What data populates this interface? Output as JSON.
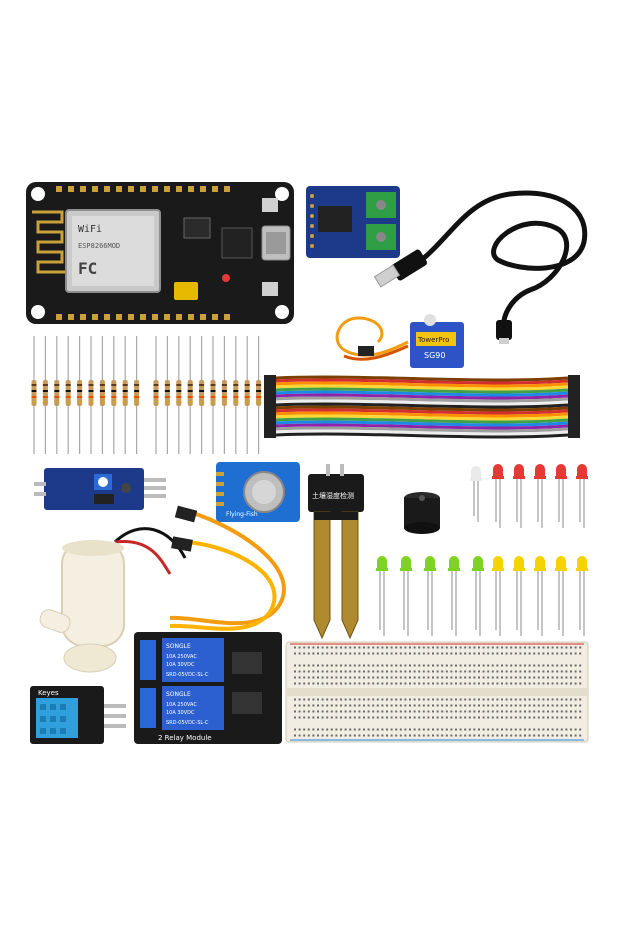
{
  "product_photo": {
    "background": "#ffffff",
    "components": {
      "nodemcu": {
        "wifi_logo": "WiFi",
        "module_text": "ESP8266MOD",
        "fcc_mark": "FC"
      },
      "motor_driver": {
        "name": "motor-driver-board"
      },
      "usb_cable": {
        "name": "micro-usb-cable"
      },
      "servo": {
        "label": "TowerPro",
        "model": "SG90"
      },
      "jumper_wires": {
        "colors": [
          "#7b3f00",
          "#d32f2f",
          "#ff8f00",
          "#fdd835",
          "#43a047",
          "#1e88e5",
          "#8e24aa",
          "#9e9e9e",
          "#eeeeee",
          "#212121"
        ]
      },
      "resistors": {
        "count": 20
      },
      "ldr_module": {
        "name": "light-sensor-module"
      },
      "gas_sensor": {
        "label": "Flying-Fish"
      },
      "soil_sensor": {
        "label": "土壤湿度检测"
      },
      "buzzer": {
        "name": "buzzer"
      },
      "rgb_led": {
        "name": "rgb-led"
      },
      "leds": {
        "red": 5,
        "green": 5,
        "yellow": 5
      },
      "pump": {
        "name": "mini-water-pump"
      },
      "relay": {
        "brand": "SONGLE",
        "spec1": "10A 250VAC",
        "spec2": "10A 30VDC",
        "model": "SRD-05VDC-SL-C",
        "caption": "2 Relay Module"
      },
      "dht11": {
        "label": "Keyes"
      },
      "breadboard": {
        "name": "breadboard"
      }
    }
  }
}
